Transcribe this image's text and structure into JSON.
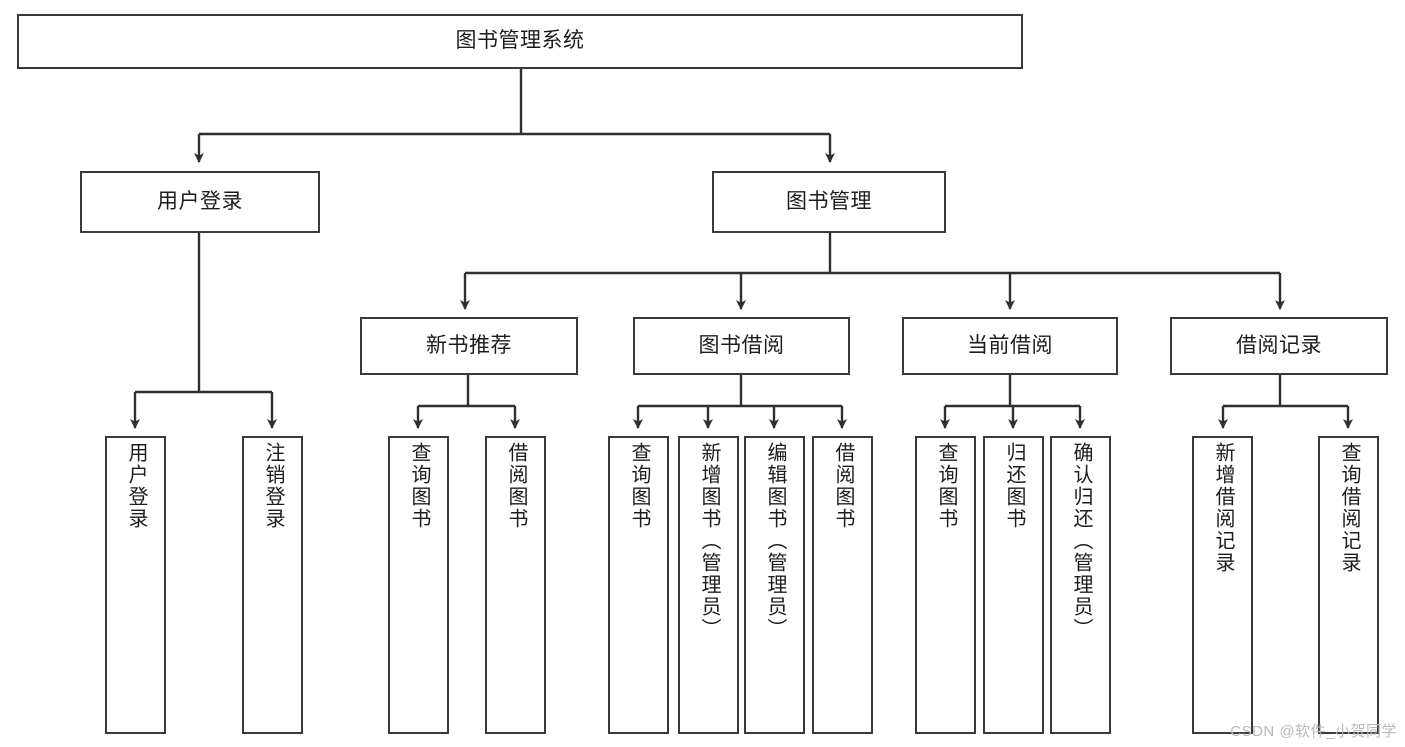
{
  "diagram": {
    "title": "图书管理系统",
    "type": "tree",
    "watermark": "CSDN @软件_小贺同学",
    "colors": {
      "box_border": "#3a3a3a",
      "box_fill": "#ffffff",
      "edge": "#2f2f2f",
      "text": "#1d1d1d",
      "watermark": "#b9b9b9"
    },
    "nodes": {
      "root": {
        "label": "图书管理系统"
      },
      "level2": [
        {
          "id": "user-login",
          "label": "用户登录"
        },
        {
          "id": "book-manage",
          "label": "图书管理"
        }
      ],
      "level3": [
        {
          "id": "new-book-recommend",
          "label": "新书推荐"
        },
        {
          "id": "book-borrow",
          "label": "图书借阅"
        },
        {
          "id": "current-borrow",
          "label": "当前借阅"
        },
        {
          "id": "borrow-record",
          "label": "借阅记录"
        }
      ],
      "leaves": {
        "user-login": [
          {
            "id": "leaf-user-login",
            "label": "用户登录"
          },
          {
            "id": "leaf-logout-login",
            "label": "注销登录"
          }
        ],
        "new-book-recommend": [
          {
            "id": "leaf-query-book-1",
            "label": "查询图书"
          },
          {
            "id": "leaf-borrow-book-1",
            "label": "借阅图书"
          }
        ],
        "book-borrow": [
          {
            "id": "leaf-query-book-2",
            "label": "查询图书"
          },
          {
            "id": "leaf-add-book",
            "label": "新增图书（管理员）"
          },
          {
            "id": "leaf-edit-book",
            "label": "编辑图书（管理员）"
          },
          {
            "id": "leaf-borrow-book-2",
            "label": "借阅图书"
          }
        ],
        "current-borrow": [
          {
            "id": "leaf-query-book-3",
            "label": "查询图书"
          },
          {
            "id": "leaf-return-book",
            "label": "归还图书"
          },
          {
            "id": "leaf-confirm-return",
            "label": "确认归还（管理员）"
          }
        ],
        "borrow-record": [
          {
            "id": "leaf-add-record",
            "label": "新增借阅记录"
          },
          {
            "id": "leaf-query-record",
            "label": "查询借阅记录"
          }
        ]
      }
    }
  }
}
